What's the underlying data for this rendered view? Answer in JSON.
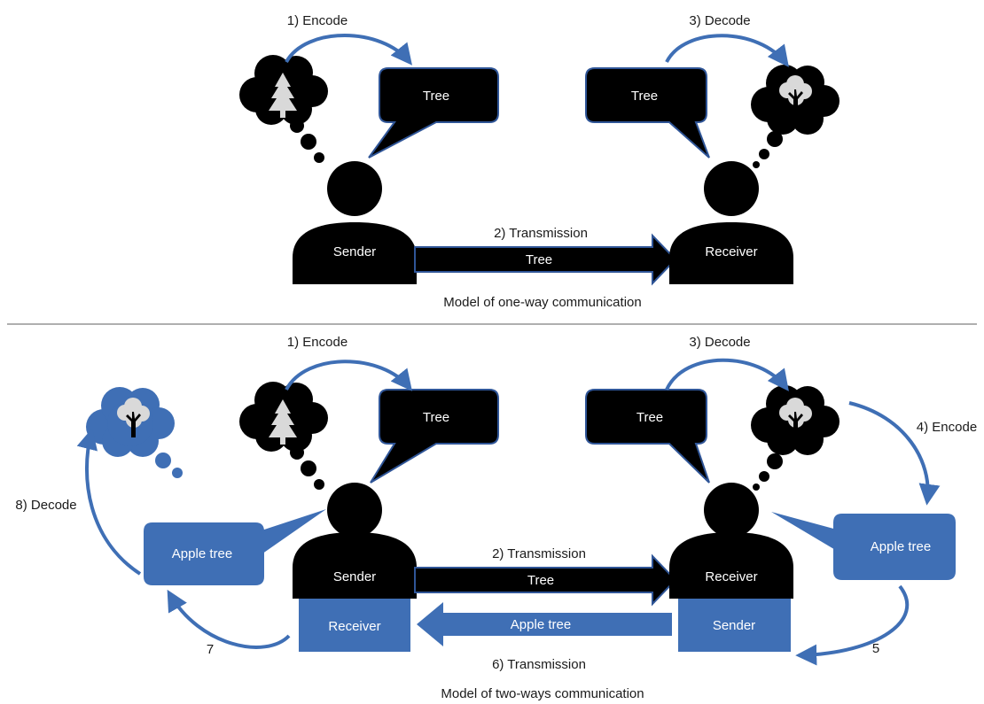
{
  "colors": {
    "black": "#000000",
    "blue": "#3f6fb5",
    "blue_dark": "#2f5597",
    "icon_gray": "#d9d9d9",
    "rule": "#7f7f7f"
  },
  "icons": {
    "pine_tree": "pine-tree-icon",
    "round_tree": "round-tree-icon",
    "thought_cloud": "thought-cloud-icon"
  },
  "one_way": {
    "caption": "Model of one-way communication",
    "sender_label": "Sender",
    "receiver_label": "Receiver",
    "sender_bubble": "Tree",
    "receiver_bubble": "Tree",
    "encode_label": "1) Encode",
    "transmission_label": "2) Transmission",
    "transmission_message": "Tree",
    "decode_label": "3) Decode"
  },
  "two_way": {
    "caption": "Model of two-ways communication",
    "left_top_label": "Sender",
    "left_bottom_label": "Receiver",
    "right_top_label": "Receiver",
    "right_bottom_label": "Sender",
    "sender_bubble": "Tree",
    "receiver_bubble": "Tree",
    "left_reply_bubble": "Apple tree",
    "right_reply_bubble": "Apple tree",
    "encode_label": "1) Encode",
    "transmission_label": "2) Transmission",
    "transmission_message": "Tree",
    "decode_label": "3) Decode",
    "encode_back_label": "4) Encode",
    "step5_label": "5",
    "return_transmission_label": "6) Transmission",
    "return_message": "Apple tree",
    "step7_label": "7",
    "decode_back_label": "8) Decode"
  }
}
